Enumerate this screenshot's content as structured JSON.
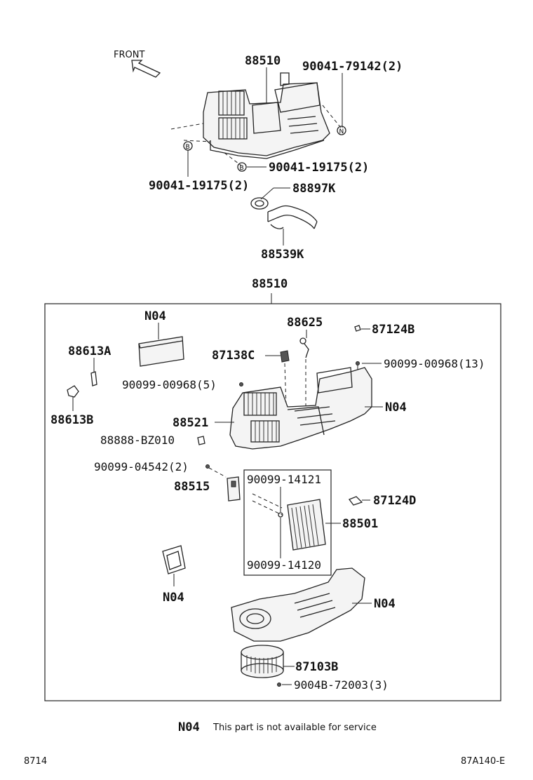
{
  "direction_label": "FRONT",
  "top_assembly": {
    "unit": "88510",
    "screw_top": "90041-79142(2)",
    "screw_right": "90041-19175(2)",
    "screw_left": "90041-19175(2)",
    "grommet": "88897K",
    "hose": "88539K",
    "marker_b": "B",
    "marker_n": "N"
  },
  "box": {
    "title": "88510",
    "filter_n04": "N04",
    "p88625": "88625",
    "p87124b": "87124B",
    "p88613a": "88613A",
    "p87138c": "87138C",
    "screw_13": "90099-00968(13)",
    "screw_5": "90099-00968(5)",
    "case_n04": "N04",
    "p88613b": "88613B",
    "p88521": "88521",
    "p88888": "88888-BZ010",
    "screw_04542": "90099-04542(2)",
    "p88515": "88515",
    "clip_14121": "90099-14121",
    "p87124d": "87124D",
    "p88501": "88501",
    "clip_14120": "90099-14120",
    "seal_n04": "N04",
    "lower_n04": "N04",
    "p87103b": "87103B",
    "screw_72003": "9004B-72003(3)"
  },
  "legend": {
    "code": "N04",
    "text": "This part is not available for service"
  },
  "footer": {
    "left": "8714",
    "right": "87A140-E"
  }
}
